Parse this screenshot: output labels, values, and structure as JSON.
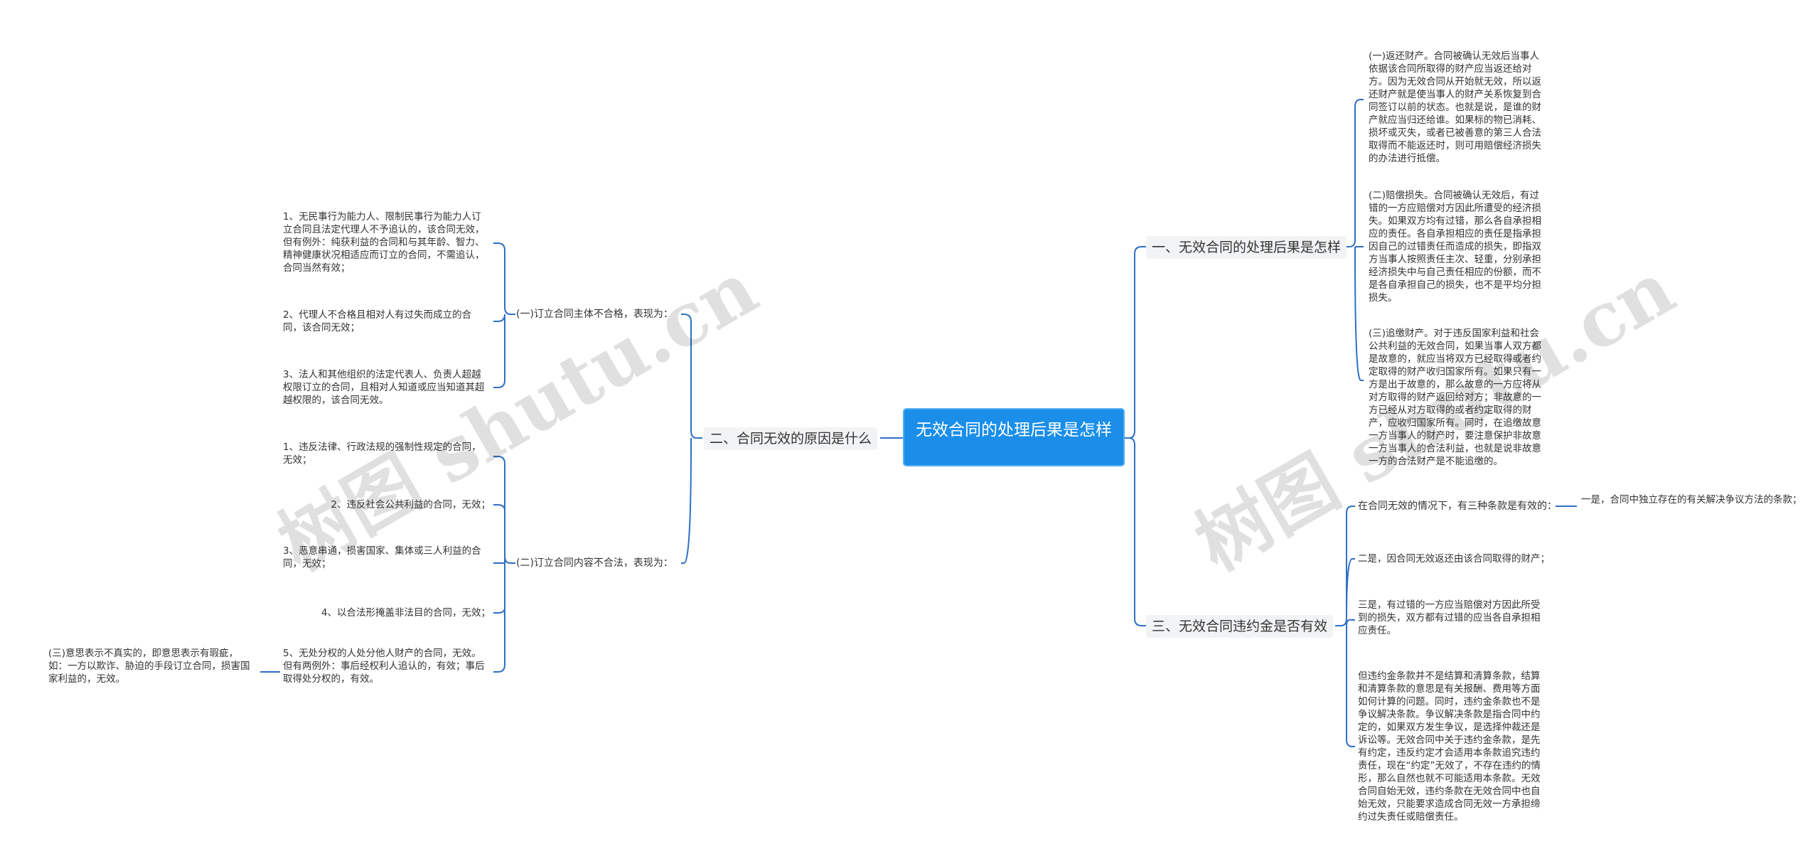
{
  "root": "无效合同的处理后果是怎样",
  "right": {
    "b1": {
      "label": "一、无效合同的处理后果是怎样",
      "items": [
        "(一)返还财产。合同被确认无效后当事人依据该合同所取得的财产应当返还给对方。因为无效合同从开始就无效，所以返还财产就是使当事人的财产关系恢复到合同签订以前的状态。也就是说，是谁的财产就应当归还给谁。如果标的物已消耗、损坏或灭失，或者已被善意的第三人合法取得而不能返还时，则可用赔偿经济损失的办法进行抵偿。",
        "(二)赔偿损失。合同被确认无效后，有过错的一方应赔偿对方因此所遭受的经济损失。如果双方均有过错，那么各自承担相应的责任。各自承担相应的责任是指承担因自己的过错责任而造成的损失，即指双方当事人按照责任主次、轻重，分别承担经济损失中与自己责任相应的份额，而不是各自承担自己的损失，也不是平均分担损失。",
        "(三)追缴财产。对于违反国家利益和社会公共利益的无效合同，如果当事人双方都是故意的，就应当将双方已经取得或者约定取得的财产收归国家所有。如果只有一方是出于故意的，那么故意的一方应将从对方取得的财产返回给对方；非故意的一方已经从对方取得的或者约定取得的财产，应收归国家所有。同时，在追缴故意一方当事人的财产时，要注意保护非故意一方当事人的合法利益，也就是说非故意一方的合法财产是不能追缴的。"
      ]
    },
    "b3": {
      "label": "三、无效合同违约金是否有效",
      "sub1": "在合同无效的情况下，有三种条款是有效的：",
      "sub1_child": "一是，合同中独立存在的有关解决争议方法的条款；",
      "items": [
        "二是，因合同无效返还由该合同取得的财产；",
        "三是，有过错的一方应当赔偿对方因此所受到的损失，双方都有过错的应当各自承担相应责任。",
        "但违约金条款并不是结算和清算条款，结算和清算条款的意思是有关报酬、费用等方面如何计算的问题。同时，违约金条款也不是争议解决条款。争议解决条款是指合同中约定的，如果双方发生争议，是选择仲裁还是诉讼等。无效合同中关于违约金条款，是先有约定，违反约定才会适用本条款追究违约责任，现在“约定”无效了，不存在违约的情形，那么自然也就不可能适用本条款。无效合同自始无效，违约条款在无效合同中也自始无效，只能要求造成合同无效一方承担缔约过失责任或赔偿责任。"
      ]
    }
  },
  "left": {
    "b2": {
      "label": "二、合同无效的原因是什么",
      "g1": {
        "label": "(一)订立合同主体不合格，表现为：",
        "items": [
          "1、无民事行为能力人、限制民事行为能力人订立合同且法定代理人不予追认的，该合同无效，但有例外：纯获利益的合同和与其年龄、智力、精神健康状况相适应而订立的合同，不需追认，合同当然有效；",
          "2、代理人不合格且相对人有过失而成立的合同，该合同无效；",
          "3、法人和其他组织的法定代表人、负责人超越权限订立的合同，且相对人知道或应当知道其超越权限的，该合同无效。"
        ]
      },
      "g2": {
        "label": "(二)订立合同内容不合法，表现为：",
        "items": [
          "1、违反法律、行政法规的强制性规定的合同，无效；",
          "2、违反社会公共利益的合同，无效；",
          "3、恶意串通，损害国家、集体或三人利益的合同，无效；",
          "4、以合法形掩盖非法目的合同，无效；",
          "5、无处分权的人处分他人财产的合同，无效。但有两例外：事后经权利人追认的，有效；事后取得处分权的，有效。"
        ],
        "side": "(三)意思表示不真实的，即意思表示有瑕疵，如：一方以欺诈、胁迫的手段订立合同，损害国家利益的，无效。"
      }
    }
  },
  "watermark": [
    "树图 shutu.cn",
    "树图 shutu.cn"
  ],
  "colors": {
    "line": "#2f6fc4",
    "root": "#1a8ee8",
    "branch_bg": "#f2f3f5"
  }
}
